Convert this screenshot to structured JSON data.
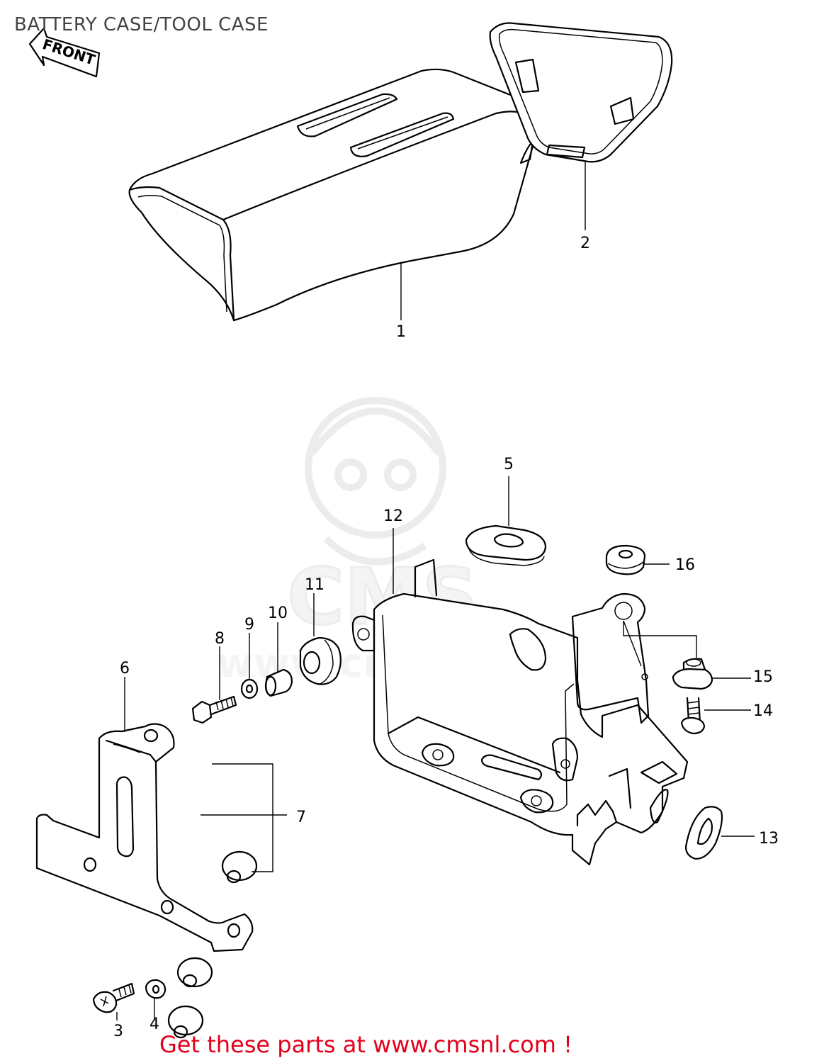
{
  "page_title": "BATTERY CASE/TOOL CASE",
  "front_label": "FRONT",
  "footer_text": "Get these parts at www.cmsnl.com !",
  "watermark": {
    "text": "CMS",
    "url": "www.cmsnl.com"
  },
  "colors": {
    "footer": "#e3001b",
    "title": "#444444",
    "line": "#000000",
    "watermark": "#d8d8d8"
  },
  "callouts": {
    "c1": "1",
    "c2": "2",
    "c3": "3",
    "c4": "4",
    "c5": "5",
    "c6": "6",
    "c7": "7",
    "c8": "8",
    "c9": "9",
    "c10": "10",
    "c11": "11",
    "c12": "12",
    "c13": "13",
    "c14": "14",
    "c15": "15",
    "c16": "16"
  }
}
